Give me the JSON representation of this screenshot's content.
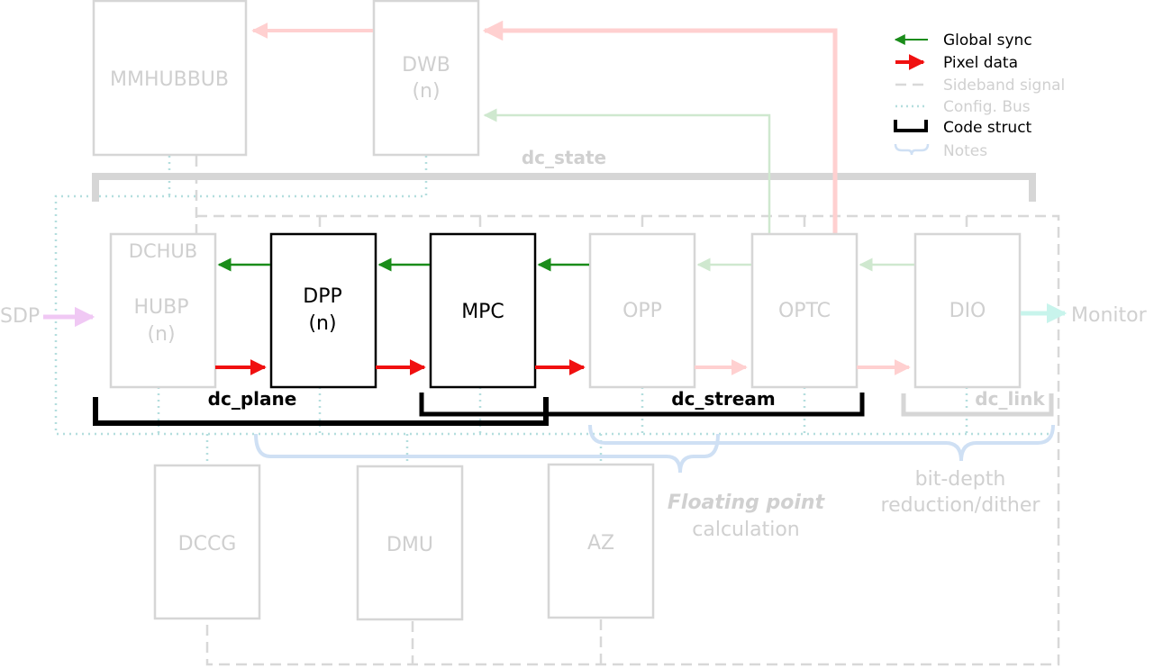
{
  "blocks": {
    "mmhubbub": "MMHUBBUB",
    "dwb_name": "DWB",
    "dwb_count": "(n)",
    "dchub": "DCHUB",
    "hubp_name": "HUBP",
    "hubp_count": "(n)",
    "dpp_name": "DPP",
    "dpp_count": "(n)",
    "mpc": "MPC",
    "opp": "OPP",
    "optc": "OPTC",
    "dio": "DIO",
    "dccg": "DCCG",
    "dmu": "DMU",
    "az": "AZ"
  },
  "endpoints": {
    "sdp": "SDP",
    "monitor": "Monitor"
  },
  "structs": {
    "dc_state": "dc_state",
    "dc_plane": "dc_plane",
    "dc_stream": "dc_stream",
    "dc_link": "dc_link"
  },
  "notes": {
    "floating_emph": "Floating point",
    "floating_rest": "calculation",
    "bitdepth_line1": "bit-depth",
    "bitdepth_line2": "reduction/dither"
  },
  "legend": {
    "global_sync": "Global sync",
    "pixel_data": "Pixel data",
    "sideband_signal": "Sideband signal",
    "config_bus": "Config. Bus",
    "code_struct": "Code struct",
    "notes": "Notes"
  },
  "colors": {
    "global_sync": "#1a8c1a",
    "pixel_data": "#f01010",
    "faded_block": "#d6d6d6",
    "faded_text": "#cfcfcf",
    "config_bus": "#a8d8d8",
    "notes_brace": "#cfe0f4",
    "sdp_arrow": "#f0c8f4",
    "monitor_arrow": "#c8f4ec"
  }
}
